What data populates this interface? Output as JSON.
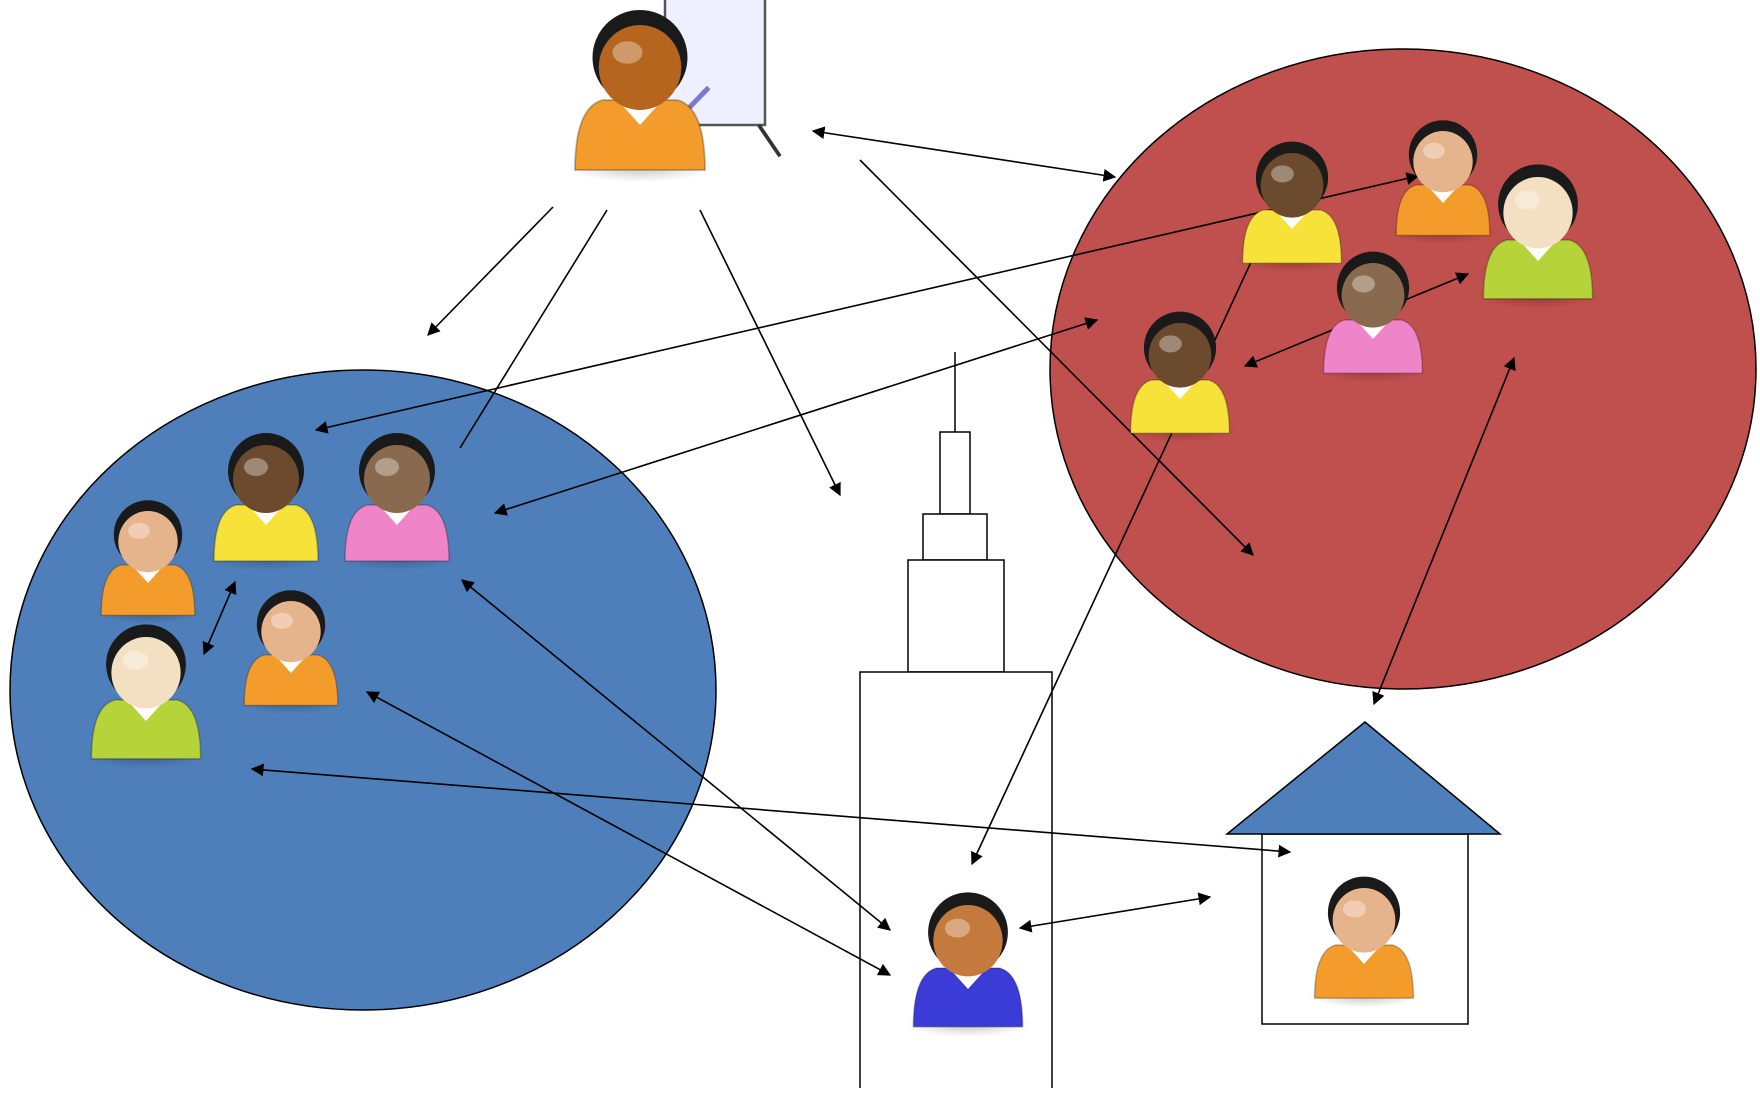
{
  "colors": {
    "blue_group": "#4f7fbb",
    "red_group": "#c0504d",
    "house_roof": "#4f7fbb",
    "arrows": "#000000"
  },
  "groups": [
    {
      "name": "blue-group"
    },
    {
      "name": "red-group"
    }
  ],
  "people": [
    {
      "name": "teacher-icon",
      "role": "teacher",
      "shirt": "#f39c2b",
      "skin": "#b5651d"
    },
    {
      "name": "blue-person-1",
      "shirt": "#f7e23a",
      "skin": "#6b4a2d"
    },
    {
      "name": "blue-person-2",
      "shirt": "#f084c8",
      "skin": "#8a6a4f"
    },
    {
      "name": "blue-person-3",
      "shirt": "#f39c2b",
      "skin": "#e6b48c"
    },
    {
      "name": "blue-person-4",
      "shirt": "#f39c2b",
      "skin": "#e6b48c"
    },
    {
      "name": "blue-person-5",
      "shirt": "#b7d33a",
      "skin": "#f3e0c2"
    },
    {
      "name": "red-person-1",
      "shirt": "#f7e23a",
      "skin": "#6b4a2d"
    },
    {
      "name": "red-person-2",
      "shirt": "#f39c2b",
      "skin": "#e6b48c"
    },
    {
      "name": "red-person-3",
      "shirt": "#b7d33a",
      "skin": "#f3e0c2"
    },
    {
      "name": "red-person-4",
      "shirt": "#f084c8",
      "skin": "#8a6a4f"
    },
    {
      "name": "red-person-5",
      "shirt": "#f7e23a",
      "skin": "#6b4a2d"
    },
    {
      "name": "tower-person",
      "shirt": "#3b3bd8",
      "skin": "#c47a3c"
    },
    {
      "name": "house-person",
      "shirt": "#f39c2b",
      "skin": "#e6b48c"
    }
  ]
}
